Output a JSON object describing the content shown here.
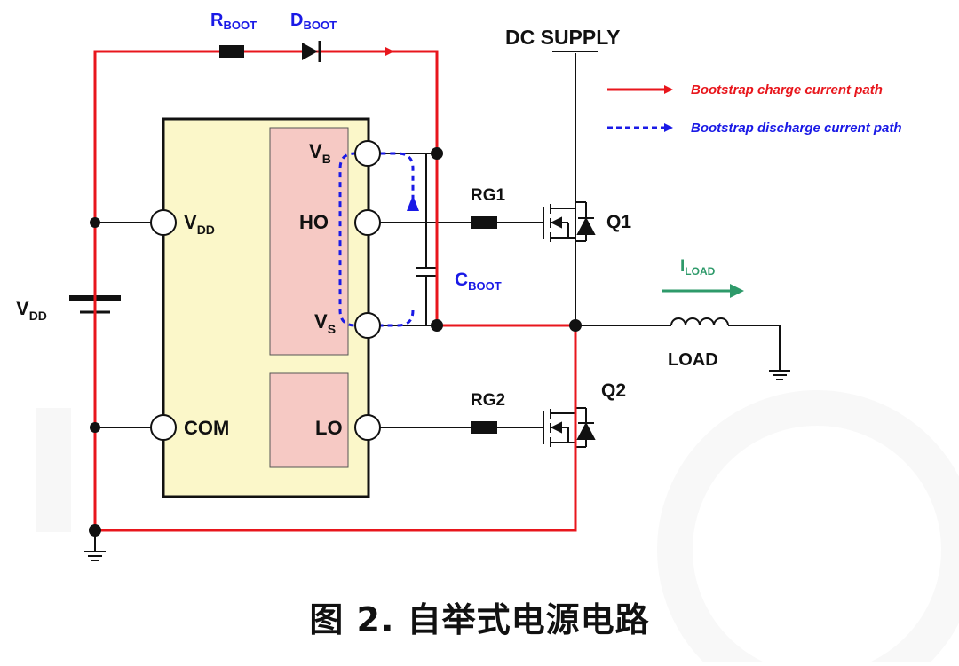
{
  "diagram": {
    "caption": "图 2. 自举式电源电路",
    "labels": {
      "rboot": {
        "main": "R",
        "sub": "BOOT"
      },
      "dboot": {
        "main": "D",
        "sub": "BOOT"
      },
      "dc_supply": "DC SUPPLY",
      "vb": {
        "main": "V",
        "sub": "B"
      },
      "ho": "HO",
      "vs": {
        "main": "V",
        "sub": "S"
      },
      "lo": "LO",
      "vdd_pin": {
        "main": "V",
        "sub": "DD"
      },
      "com": "COM",
      "vdd_source": {
        "main": "V",
        "sub": "DD"
      },
      "rg1": "RG1",
      "rg2": "RG2",
      "q1": "Q1",
      "q2": "Q2",
      "cboot": {
        "main": "C",
        "sub": "BOOT"
      },
      "iload": {
        "main": "I",
        "sub": "LOAD"
      },
      "load": "LOAD"
    },
    "legend": {
      "charge": "Bootstrap charge current path",
      "discharge": "Bootstrap discharge current path"
    },
    "colors": {
      "charge_path": "#e8161c",
      "discharge_path": "#1a1ae6",
      "iload_arrow": "#2e9a6a",
      "ic_fill": "#fbf7c9",
      "driver_fill": "#f6c9c4",
      "wire": "#111111"
    }
  }
}
